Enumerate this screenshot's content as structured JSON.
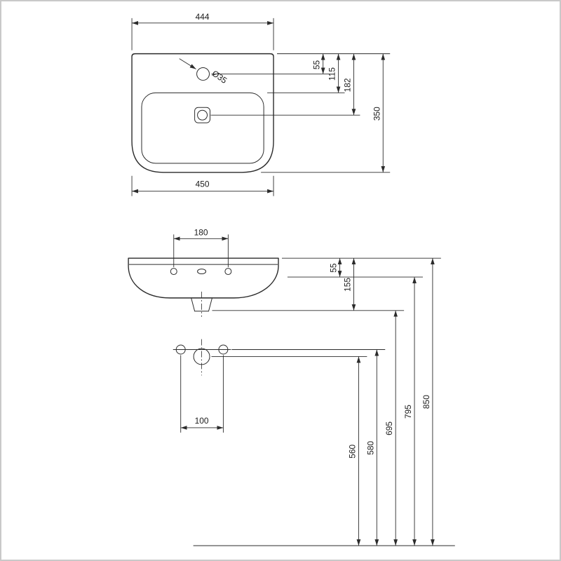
{
  "drawing": {
    "type": "technical-drawing",
    "subject": "wall-hung washbasin dimension drawing, top view and front view",
    "colors": {
      "line": "#2b2b2b",
      "frame": "#c9c9c9",
      "background": "#ffffff"
    },
    "top_view": {
      "dim_width_top": "444",
      "dim_width_bottom": "450",
      "label_tap_hole": "Ø35",
      "dim_tap_offset": "55",
      "dim_bowl_offset": "115",
      "dim_drain_offset": "182",
      "dim_depth": "350"
    },
    "front_view": {
      "dim_tap_spacing": "180",
      "dim_deck_drop": "55",
      "dim_apron_height": "155",
      "dim_bolt_spacing": "100",
      "dim_h_trap": "560",
      "dim_h_bolts": "580",
      "dim_h_bottom": "695",
      "dim_h_deck": "795",
      "dim_h_rim": "850"
    }
  }
}
